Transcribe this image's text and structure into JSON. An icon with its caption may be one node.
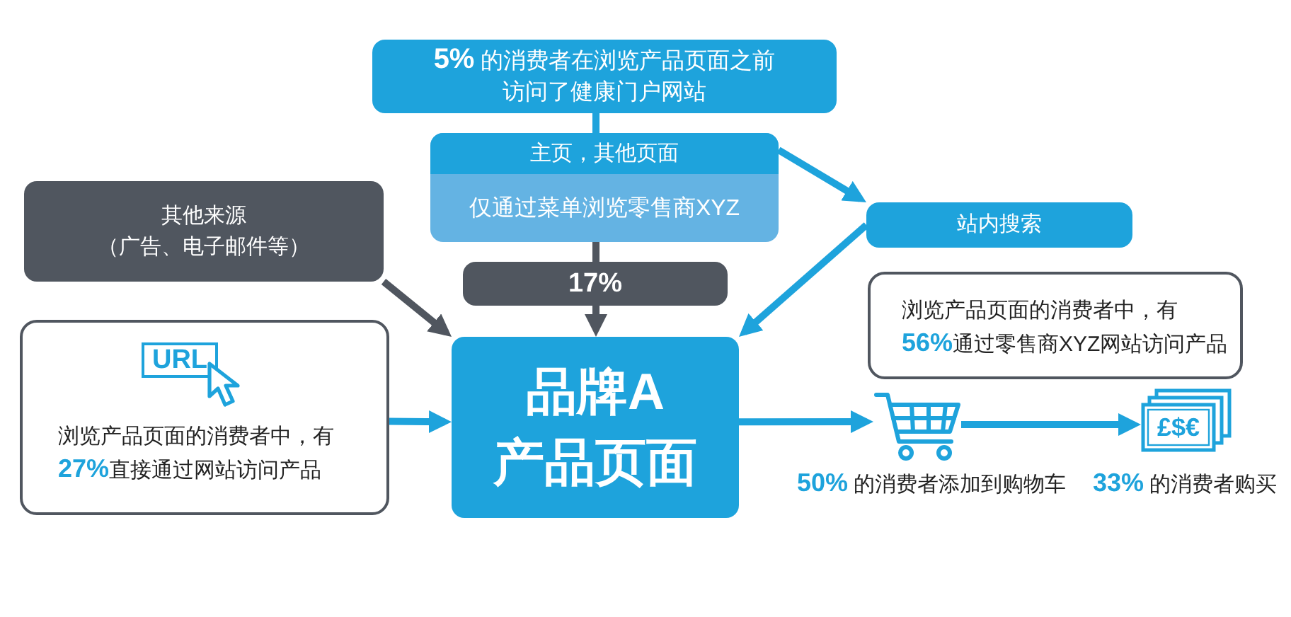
{
  "diagram": {
    "nodes": [
      {
        "text": [
          "**5%** 的消费者在浏览产品页面之前访问了健康门户网站"
        ]
      },
      {
        "text": [
          "主页，其他页面",
          "仅通过菜单浏览零售商XYZ"
        ]
      },
      {
        "text": [
          "其他来源（广告、电子邮件等）"
        ]
      },
      {
        "text": [
          "站内搜索"
        ]
      },
      {
        "text": [
          "17%"
        ]
      },
      {
        "text": [
          "URL",
          "浏览产品页面的消费者中，有**27%**直接通过网站访问产品"
        ]
      },
      {
        "text": [
          "品牌A产品页面"
        ]
      },
      {
        "text": [
          "浏览产品页面的消费者中，有**56%**通过零售商XYZ网站访问产品"
        ]
      },
      {
        "text": [],
        "shape": "picture",
        "beside": [
          "**50%** 的消费者添加到购物车"
        ]
      },
      {
        "text": [
          "£$€"
        ],
        "beside": [
          "**33%** 的消费者购买"
        ]
      }
    ],
    "edges": [
      {
        "from": 0,
        "to": 1,
        "arrow": "none"
      },
      {
        "from": 1,
        "to": 4,
        "arrow": "none",
        "color": "#50565f"
      },
      {
        "from": 4,
        "to": 6,
        "arrow": "to",
        "color": "#50565f"
      },
      {
        "from": 1,
        "to": 3,
        "arrow": "to"
      },
      {
        "from": 3,
        "to": 6,
        "arrow": "to"
      },
      {
        "from": 2,
        "to": 6,
        "arrow": "to",
        "color": "#50565f"
      },
      {
        "from": 5,
        "to": 6,
        "arrow": "to"
      },
      {
        "from": 6,
        "to": 8,
        "arrow": "to"
      },
      {
        "from": 8,
        "to": 9,
        "arrow": "to"
      }
    ]
  }
}
